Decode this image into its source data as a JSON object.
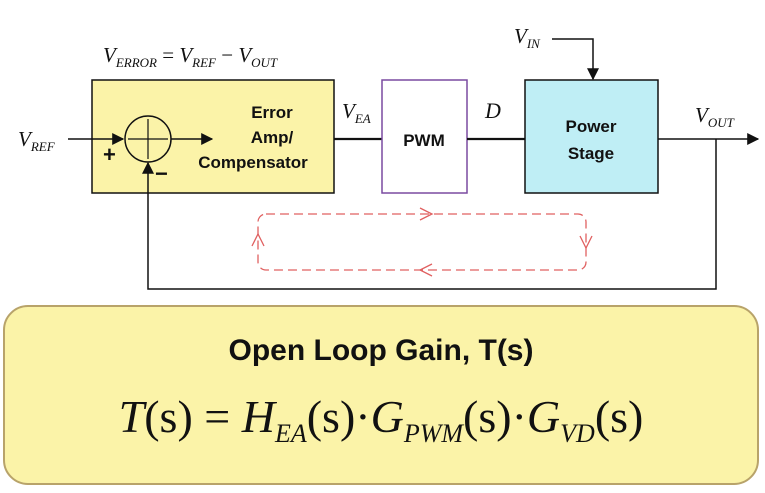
{
  "error_equation": {
    "lhs": "V",
    "lhs_sub": "ERROR",
    "eq": " = ",
    "t1": "V",
    "t1_sub": "REF",
    "minus": " − ",
    "t2": "V",
    "t2_sub": "OUT"
  },
  "blocks": {
    "error_amp": {
      "line1": "Error",
      "line2": "Amp/",
      "line3": "Compensator",
      "fill": "#fbf3a8"
    },
    "pwm": {
      "label": "PWM",
      "border": "#7a4aa0"
    },
    "power_stage": {
      "line1": "Power",
      "line2": "Stage",
      "fill": "#bfeef5"
    }
  },
  "signals": {
    "vref": {
      "main": "V",
      "sub": "REF"
    },
    "vin": {
      "main": "V",
      "sub": "IN"
    },
    "vea": {
      "main": "V",
      "sub": "EA"
    },
    "d": "D",
    "vout": {
      "main": "V",
      "sub": "OUT"
    },
    "plus": "+",
    "minus": "−"
  },
  "panel": {
    "title": "Open Loop Gain, T(s)",
    "fill": "#fbf3a8",
    "formula": {
      "T": "T",
      "eq": " = ",
      "H": "H",
      "H_sub": "EA",
      "G1": "G",
      "G1_sub": "PWM",
      "G2": "G",
      "G2_sub": "VD",
      "paren": "(s)",
      "dot": "·"
    }
  },
  "colors": {
    "loop_arrow": "#e06060",
    "line": "#111111"
  }
}
